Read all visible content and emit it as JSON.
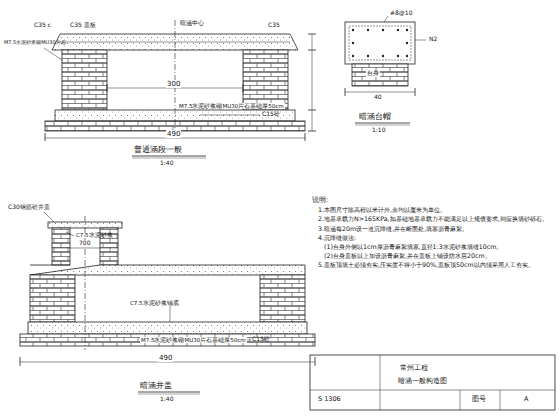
{
  "diagram": {
    "labels": [
      "C35 c",
      "C35 盖板",
      "暗涵中心",
      "C35",
      "M7.5水泥砂浆砌MU30片石",
      "300",
      "M7.5水泥砂浆砌MU30片石基础厚50cm",
      "C15砼",
      "490",
      "普通涵段一般",
      "1:40",
      "#8@10",
      "N2",
      "台身",
      "40",
      "暗涵台帽",
      "1:10",
      "C30钢筋砼井盖",
      "C7.5水泥砂浆",
      "700",
      "C7.5水泥砂浆铺底",
      "M7.5水泥砂浆砌MU30片石基础厚50cm",
      "C15砼",
      "490",
      "暗涵井盖",
      "1:40",
      "说明:",
      "1.本图尺寸除高程以米计外,余均以厘米为单位。",
      "2.地基承载力N>165KPa,如基础地基承载力不能满足以上规值要求,则应换填砂砾石。",
      "3.暗涵每20m设一道沉降缝,并在断面处,填塞沥青麻絮。",
      "4.沉降缝做法:",
      "(1)台身外侧以1cm厚沥青麻絮填塞,直径1:3水泥砂浆填缝10cm。",
      "(2)台身盖板以上加设沥青麻絮,并在盖板上铺设防水层20cm。",
      "5.盖板顶填土必须夯实,压实度不得小于90%,盖板顶50cm以内须采用人工夯实。",
      "常州工程",
      "暗涵一般构造图",
      "S 1306",
      "图号",
      "A"
    ]
  }
}
